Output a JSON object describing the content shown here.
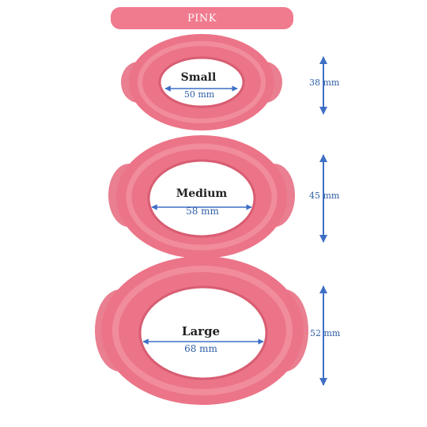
{
  "banner": {
    "label": "PINK"
  },
  "colors": {
    "banner": "#f07a8e",
    "ring_outer": "#ec7488",
    "ring_mid": "#f4909f",
    "ring_inner_edge": "#d85d72",
    "wing": "#e97f90",
    "arrow": "#3f6fc5",
    "label_dark": "#222222",
    "label_blue": "#2f5fa5"
  },
  "sizes": [
    {
      "name": "Small",
      "width": "50 mm",
      "height": "38 mm"
    },
    {
      "name": "Medium",
      "width": "58 mm",
      "height": "45 mm"
    },
    {
      "name": "Large",
      "width": "68 mm",
      "height": "52 mm"
    }
  ]
}
